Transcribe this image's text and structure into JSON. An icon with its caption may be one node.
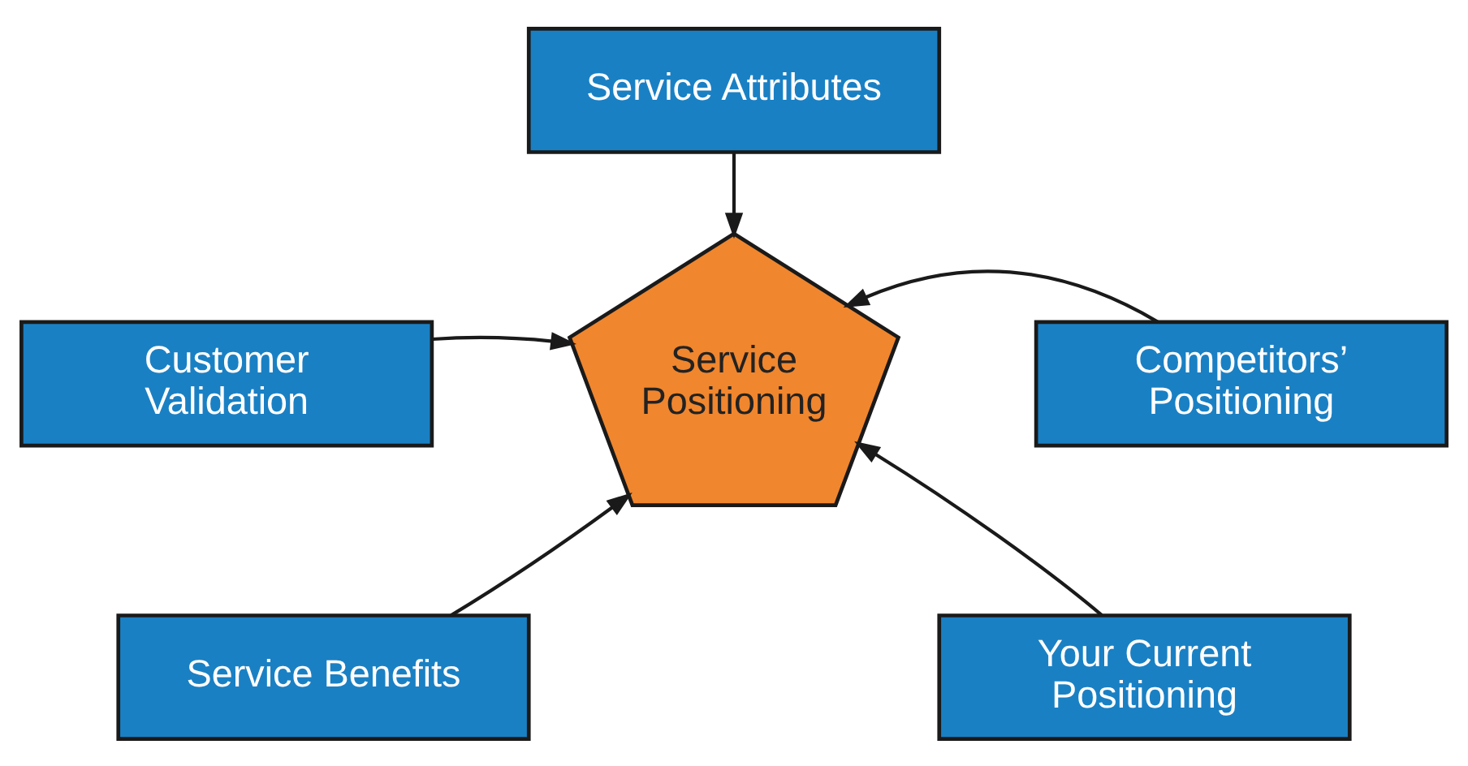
{
  "diagram": {
    "nodes": [
      {
        "text": [
          "Service Attributes"
        ]
      },
      {
        "text": [
          "Customer Validation"
        ]
      },
      {
        "text": [
          "Service Positioning"
        ]
      },
      {
        "text": [
          "Competitors’ Positioning"
        ]
      },
      {
        "text": [
          "Service Benefits"
        ]
      },
      {
        "text": [
          "Your Current Positioning"
        ]
      }
    ],
    "edges": [
      {
        "from": 0,
        "to": 2,
        "arrow": "to"
      },
      {
        "from": 1,
        "to": 2,
        "arrow": "to"
      },
      {
        "from": 3,
        "to": 2,
        "arrow": "to"
      },
      {
        "from": 4,
        "to": 2,
        "arrow": "to"
      },
      {
        "from": 5,
        "to": 2,
        "arrow": "to"
      }
    ]
  }
}
